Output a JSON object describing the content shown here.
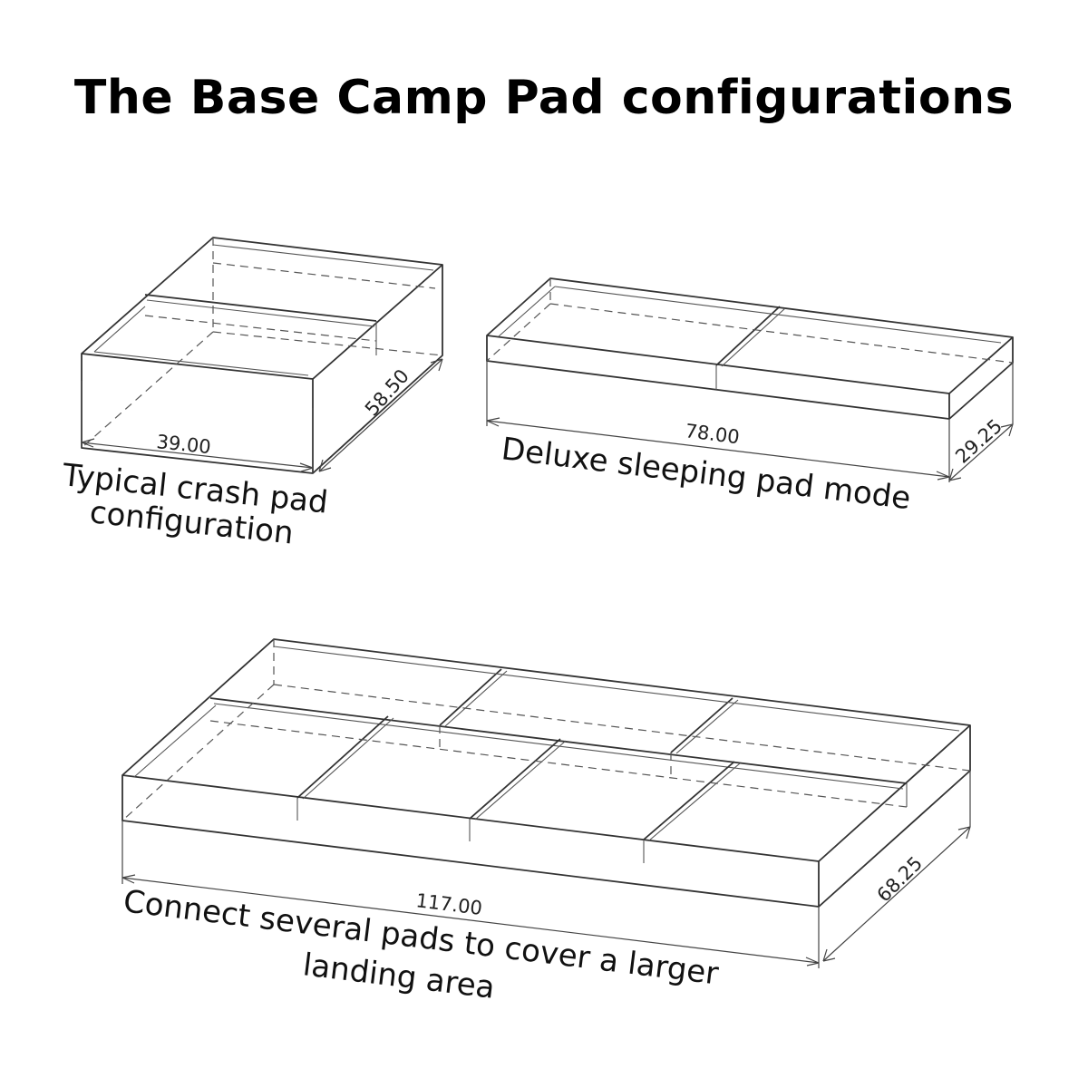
{
  "title": "The Base Camp Pad configurations",
  "configurations": [
    {
      "caption_lines": [
        "Typical crash pad",
        "configuration"
      ],
      "width_label": "39.00",
      "depth_label": "58.50"
    },
    {
      "caption_lines": [
        "Deluxe sleeping pad mode"
      ],
      "width_label": "78.00",
      "depth_label": "29.25"
    },
    {
      "caption_lines": [
        "Connect several pads to cover a larger",
        "landing area"
      ],
      "width_label": "117.00",
      "depth_label": "68.25"
    }
  ],
  "colors": {
    "line": "#333333",
    "text": "#111111",
    "background": "#ffffff"
  }
}
